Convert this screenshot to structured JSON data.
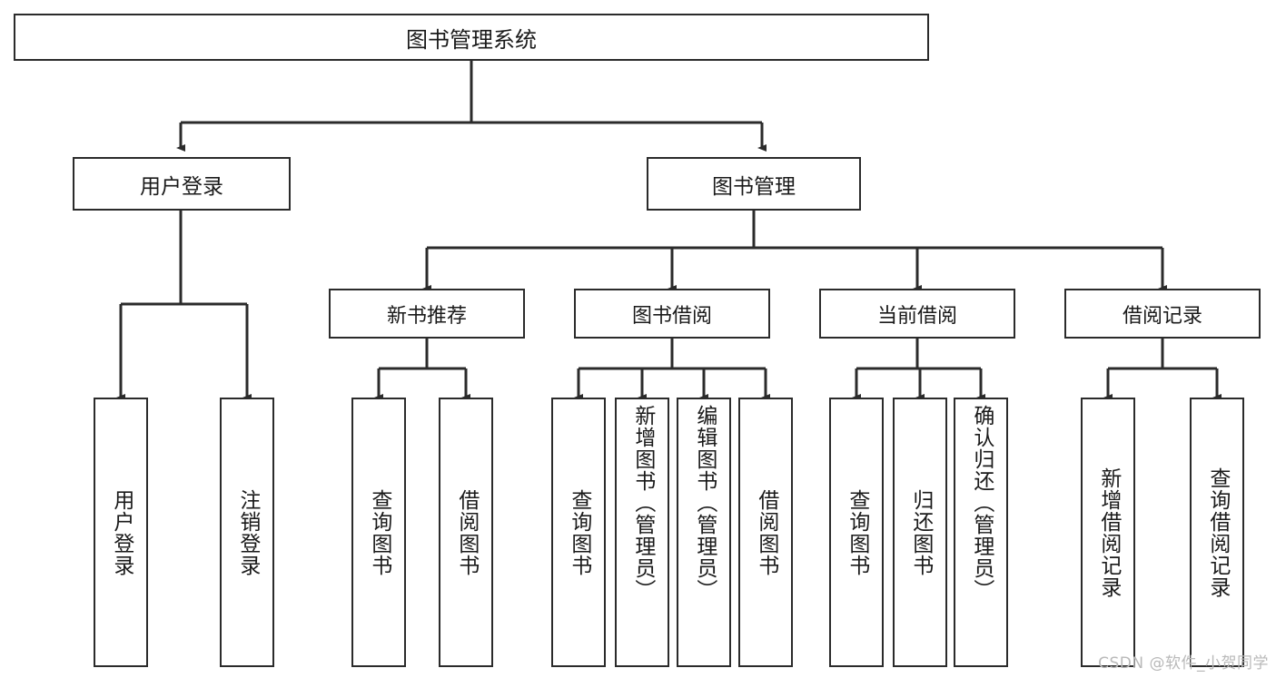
{
  "diagram": {
    "title": "图书管理系统",
    "type": "tree-hierarchy",
    "watermark": "CSDN @软件_小贺同学",
    "root": {
      "label": "图书管理系统"
    },
    "level2": [
      {
        "label": "用户登录"
      },
      {
        "label": "图书管理"
      }
    ],
    "level3": [
      {
        "label": "新书推荐"
      },
      {
        "label": "图书借阅"
      },
      {
        "label": "当前借阅"
      },
      {
        "label": "借阅记录"
      }
    ],
    "leaves": [
      {
        "label": "用户登录",
        "parent": "用户登录"
      },
      {
        "label": "注销登录",
        "parent": "用户登录"
      },
      {
        "label": "查询图书",
        "parent": "新书推荐"
      },
      {
        "label": "借阅图书",
        "parent": "新书推荐"
      },
      {
        "label": "查询图书",
        "parent": "图书借阅"
      },
      {
        "label": "新增图书（管理员）",
        "parent": "图书借阅"
      },
      {
        "label": "编辑图书（管理员）",
        "parent": "图书借阅"
      },
      {
        "label": "借阅图书",
        "parent": "图书借阅"
      },
      {
        "label": "查询图书",
        "parent": "当前借阅"
      },
      {
        "label": "归还图书",
        "parent": "当前借阅"
      },
      {
        "label": "确认归还（管理员）",
        "parent": "当前借阅"
      },
      {
        "label": "新增借阅记录",
        "parent": "借阅记录"
      },
      {
        "label": "查询借阅记录",
        "parent": "借阅记录"
      }
    ],
    "colors": {
      "box_border": "#2b2b2b",
      "box_fill": "#ffffff",
      "connector": "#2b2b2b",
      "text": "#1a1a1a",
      "watermark": "#b9b9b9"
    }
  }
}
